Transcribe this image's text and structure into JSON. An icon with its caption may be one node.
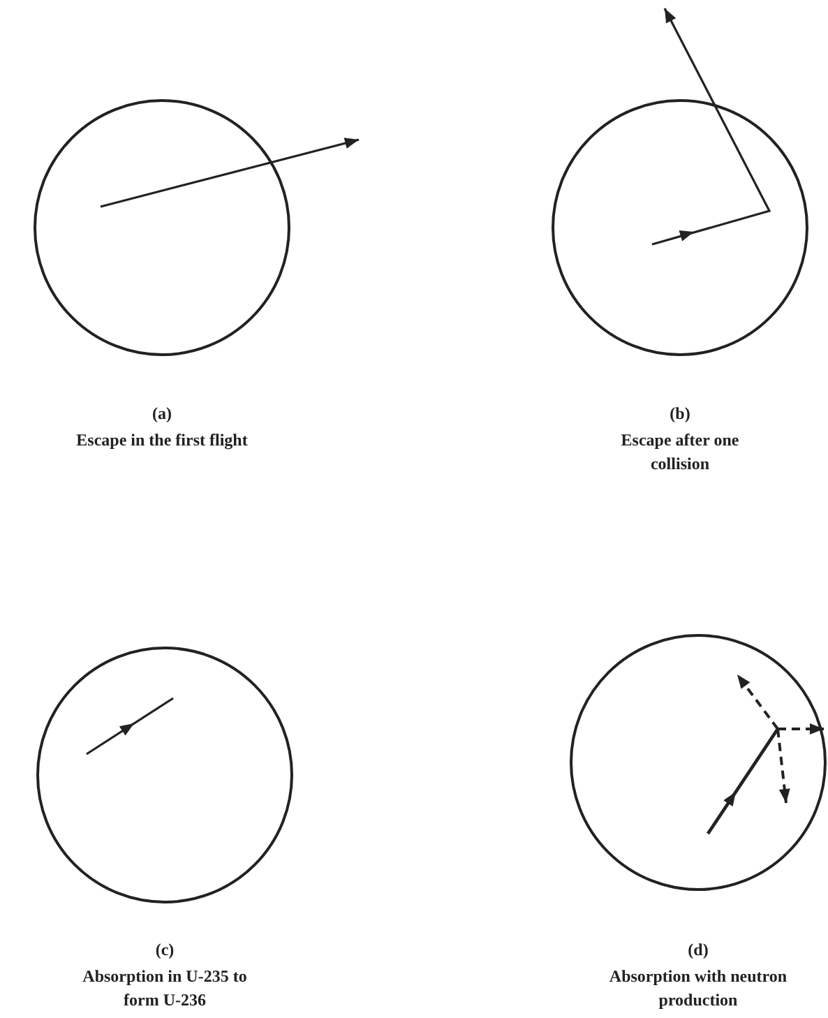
{
  "diagram": {
    "nodes": [
      {
        "text": [],
        "shape": "circle",
        "beside": [
          "(a)",
          "Escape in the first flight"
        ]
      },
      {
        "text": [],
        "shape": "circle",
        "beside": [
          "(b)",
          "Escape after one collision"
        ]
      },
      {
        "text": [],
        "shape": "circle",
        "beside": [
          "(c)",
          "Absorption in U-235 to form U-236"
        ]
      },
      {
        "text": [],
        "shape": "circle",
        "beside": [
          "(d)",
          "Absorption with neutron production"
        ]
      }
    ]
  }
}
